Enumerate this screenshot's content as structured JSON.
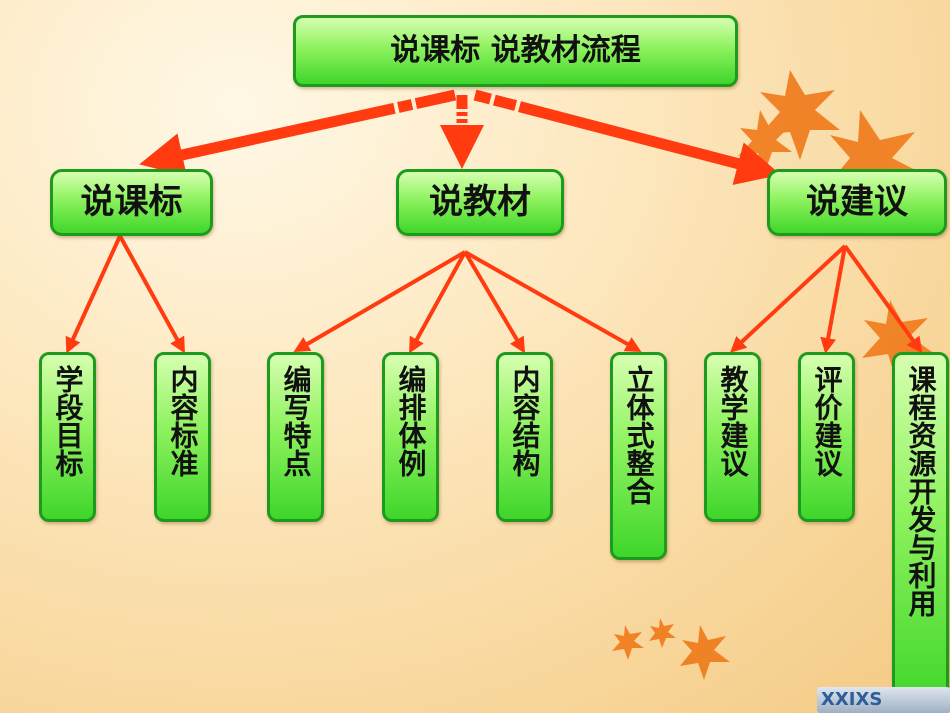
{
  "title": "说课标  说教材流程",
  "branches": [
    {
      "label": "说课标",
      "children": [
        "学段目标",
        "内容标准"
      ]
    },
    {
      "label": "说教材",
      "children": [
        "编写特点",
        "编排体例",
        "内容结构",
        "立体式整合"
      ]
    },
    {
      "label": "说建议",
      "children": [
        "教学建议",
        "评价建议",
        "课程资源开发与利用"
      ]
    }
  ],
  "logo": "XXIXS",
  "colors": {
    "box_fill": "#7fe84f",
    "box_border": "#1e9a1e",
    "arrow": "#ff3b0f"
  }
}
